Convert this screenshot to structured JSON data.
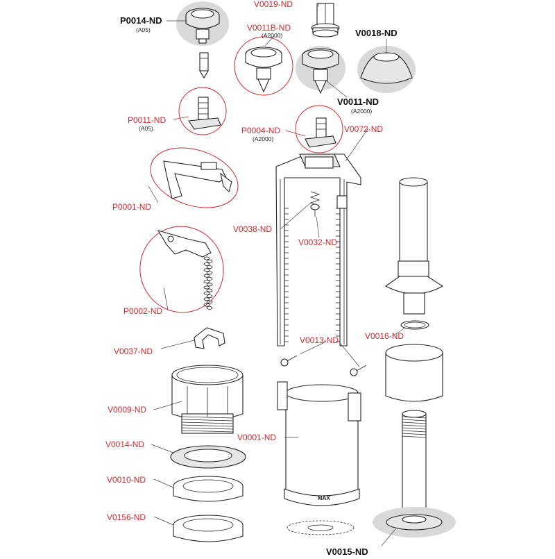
{
  "diagram": {
    "labels": [
      {
        "code": "P0014-ND",
        "sub": "(A05)",
        "style": "bold"
      },
      {
        "code": "V0019-ND",
        "sub": "",
        "style": "red"
      },
      {
        "code": "V0011B-ND",
        "sub": "(A2000)",
        "style": "red"
      },
      {
        "code": "V0018-ND",
        "sub": "",
        "style": "bold"
      },
      {
        "code": "V0011-ND",
        "sub": "(A2000)",
        "style": "bold"
      },
      {
        "code": "P0011-ND",
        "sub": "(A05)",
        "style": "red"
      },
      {
        "code": "P0004-ND",
        "sub": "(A2000)",
        "style": "red"
      },
      {
        "code": "V0072-ND",
        "sub": "",
        "style": "red"
      },
      {
        "code": "P0001-ND",
        "sub": "",
        "style": "red"
      },
      {
        "code": "V0038-ND",
        "sub": "",
        "style": "red"
      },
      {
        "code": "V0032-ND",
        "sub": "",
        "style": "red"
      },
      {
        "code": "P0002-ND",
        "sub": "",
        "style": "red"
      },
      {
        "code": "V0037-ND",
        "sub": "",
        "style": "red"
      },
      {
        "code": "V0013-ND",
        "sub": "",
        "style": "red"
      },
      {
        "code": "V0016-ND",
        "sub": "",
        "style": "red"
      },
      {
        "code": "V0009-ND",
        "sub": "",
        "style": "red"
      },
      {
        "code": "V0001-ND",
        "sub": "",
        "style": "red"
      },
      {
        "code": "V0014-ND",
        "sub": "",
        "style": "red"
      },
      {
        "code": "V0010-ND",
        "sub": "",
        "style": "red"
      },
      {
        "code": "V0156-ND",
        "sub": "",
        "style": "red"
      },
      {
        "code": "V0015-ND",
        "sub": "",
        "style": "bold"
      }
    ],
    "float_mark": "MAX",
    "colors": {
      "red": "#d0282e",
      "ink": "#222222",
      "highlight": "#d9d9d9"
    }
  }
}
